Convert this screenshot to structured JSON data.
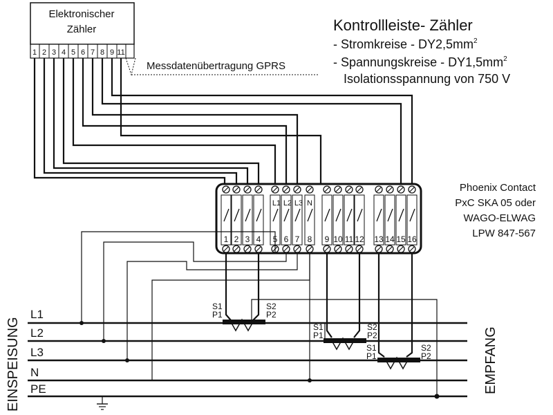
{
  "meter": {
    "title_line1": "Elektronischer",
    "title_line2": "Zähler",
    "terminals": [
      "1",
      "2",
      "3",
      "4",
      "5",
      "6",
      "7",
      "8",
      "9",
      "11"
    ],
    "gprs_label": "Messdatenübertragung GPRS"
  },
  "title": {
    "heading": "Kontrollleiste- Zähler",
    "line1": "- Stromkreise - DY2,5mm",
    "line1_sup": "2",
    "line2": "- Spannungskreise - DY1,5mm",
    "line2_sup": "2",
    "line3": "Isolationsspannung von 750 V"
  },
  "terminal_block": {
    "label_lines": [
      "Phoenix Contact",
      "PxC SKA 05 oder",
      "WAGO-ELWAG",
      "LPW 847-567"
    ],
    "numbers": [
      "1",
      "2",
      "3",
      "4",
      "5",
      "6",
      "7",
      "8",
      "9",
      "10",
      "11",
      "12",
      "13",
      "14",
      "15",
      "16"
    ],
    "phase_labels": [
      "L1",
      "L2",
      "L3",
      "N"
    ]
  },
  "ct": {
    "s1": "S1",
    "p1": "P1",
    "s2": "S2",
    "p2": "P2"
  },
  "busbars": [
    "L1",
    "L2",
    "L3",
    "N",
    "PE"
  ],
  "left_label": "EINSPEISUNG",
  "right_label": "EMPFANG"
}
